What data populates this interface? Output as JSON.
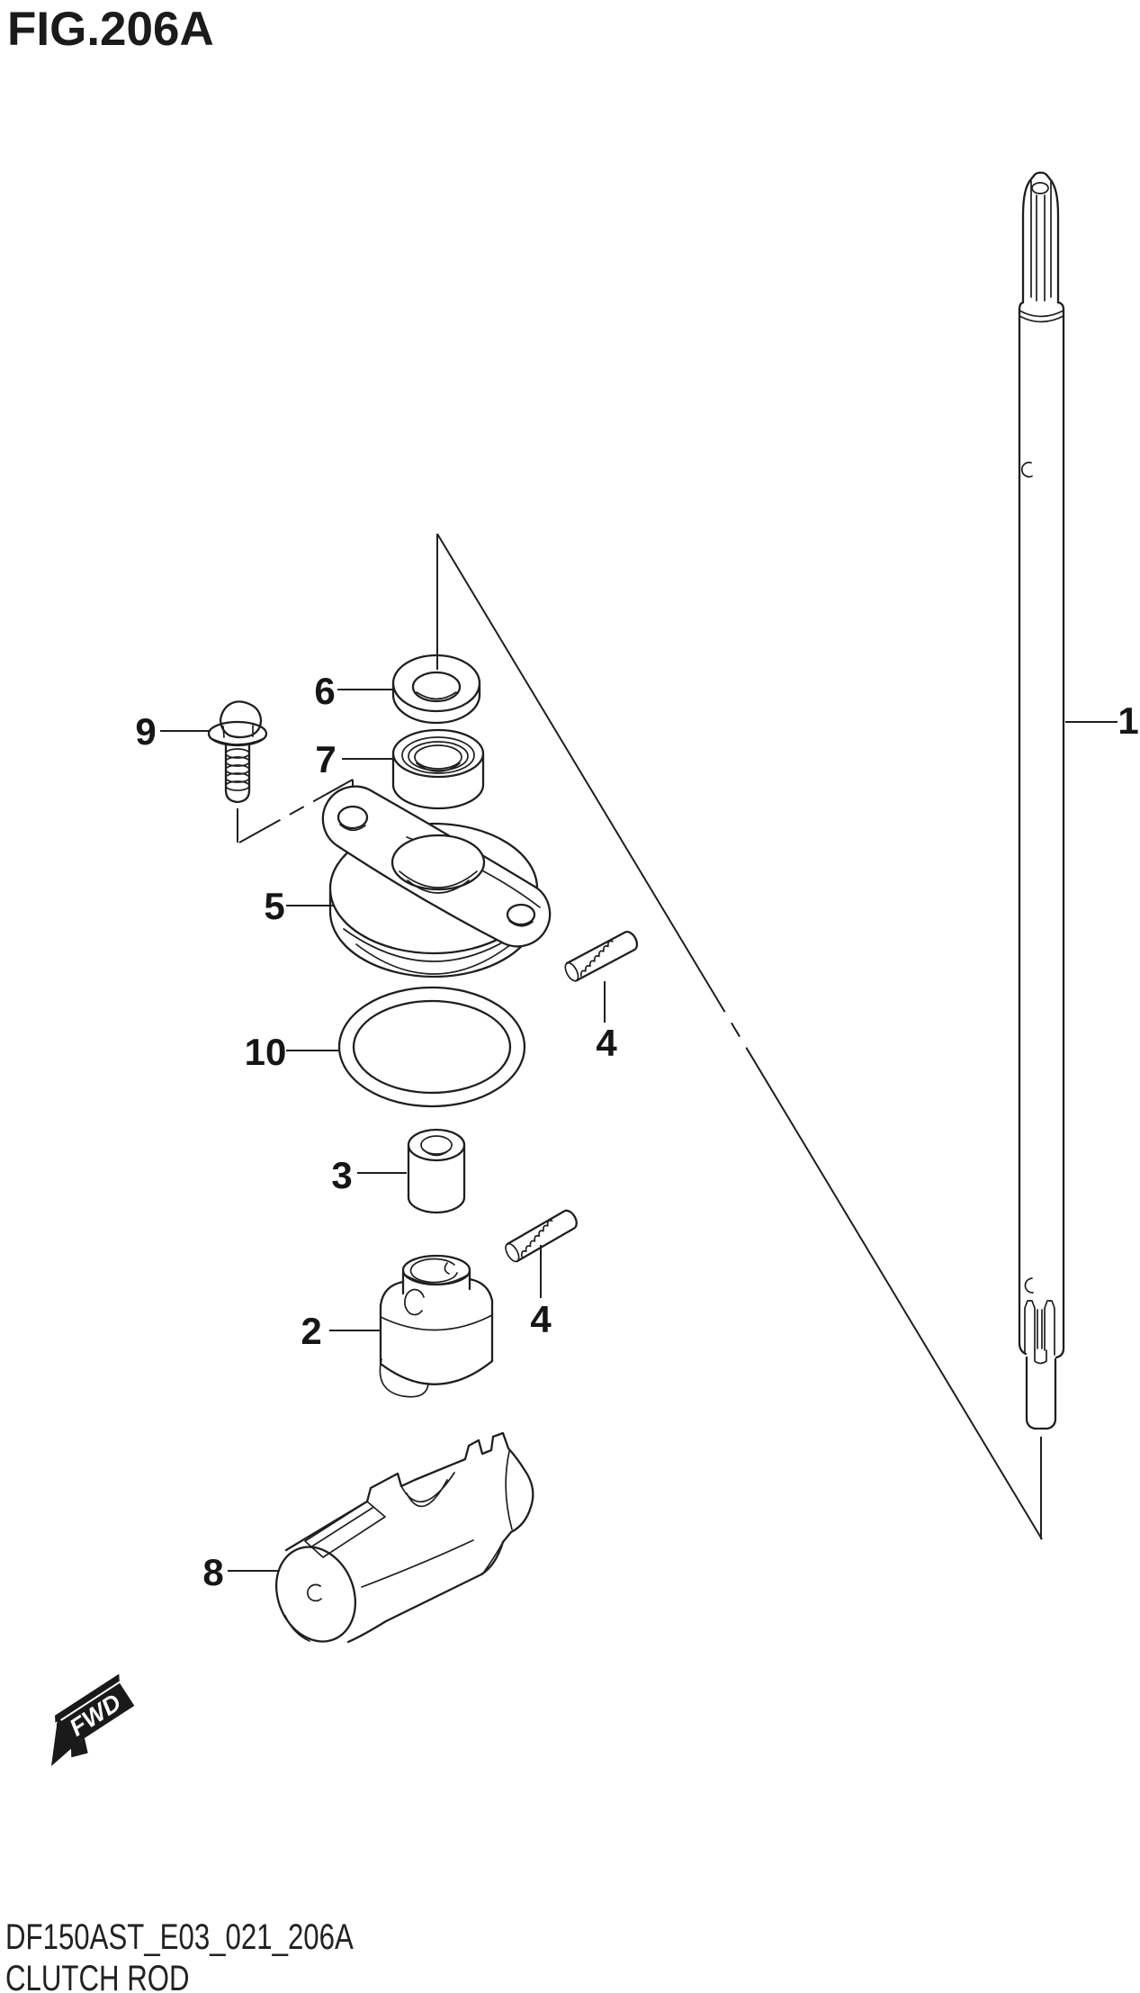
{
  "title": "FIG.206A",
  "drawing": {
    "code": "DF150AST_E03_021_206A",
    "caption": "CLUTCH ROD"
  },
  "direction_flag": {
    "label": "FWD"
  },
  "callouts": [
    {
      "ref": "1"
    },
    {
      "ref": "2"
    },
    {
      "ref": "3"
    },
    {
      "ref": "4"
    },
    {
      "ref": "4"
    },
    {
      "ref": "5"
    },
    {
      "ref": "6"
    },
    {
      "ref": "7"
    },
    {
      "ref": "8"
    },
    {
      "ref": "9"
    },
    {
      "ref": "10"
    }
  ],
  "colors": {
    "ink": "#1f1f1f",
    "paper": "#ffffff"
  }
}
